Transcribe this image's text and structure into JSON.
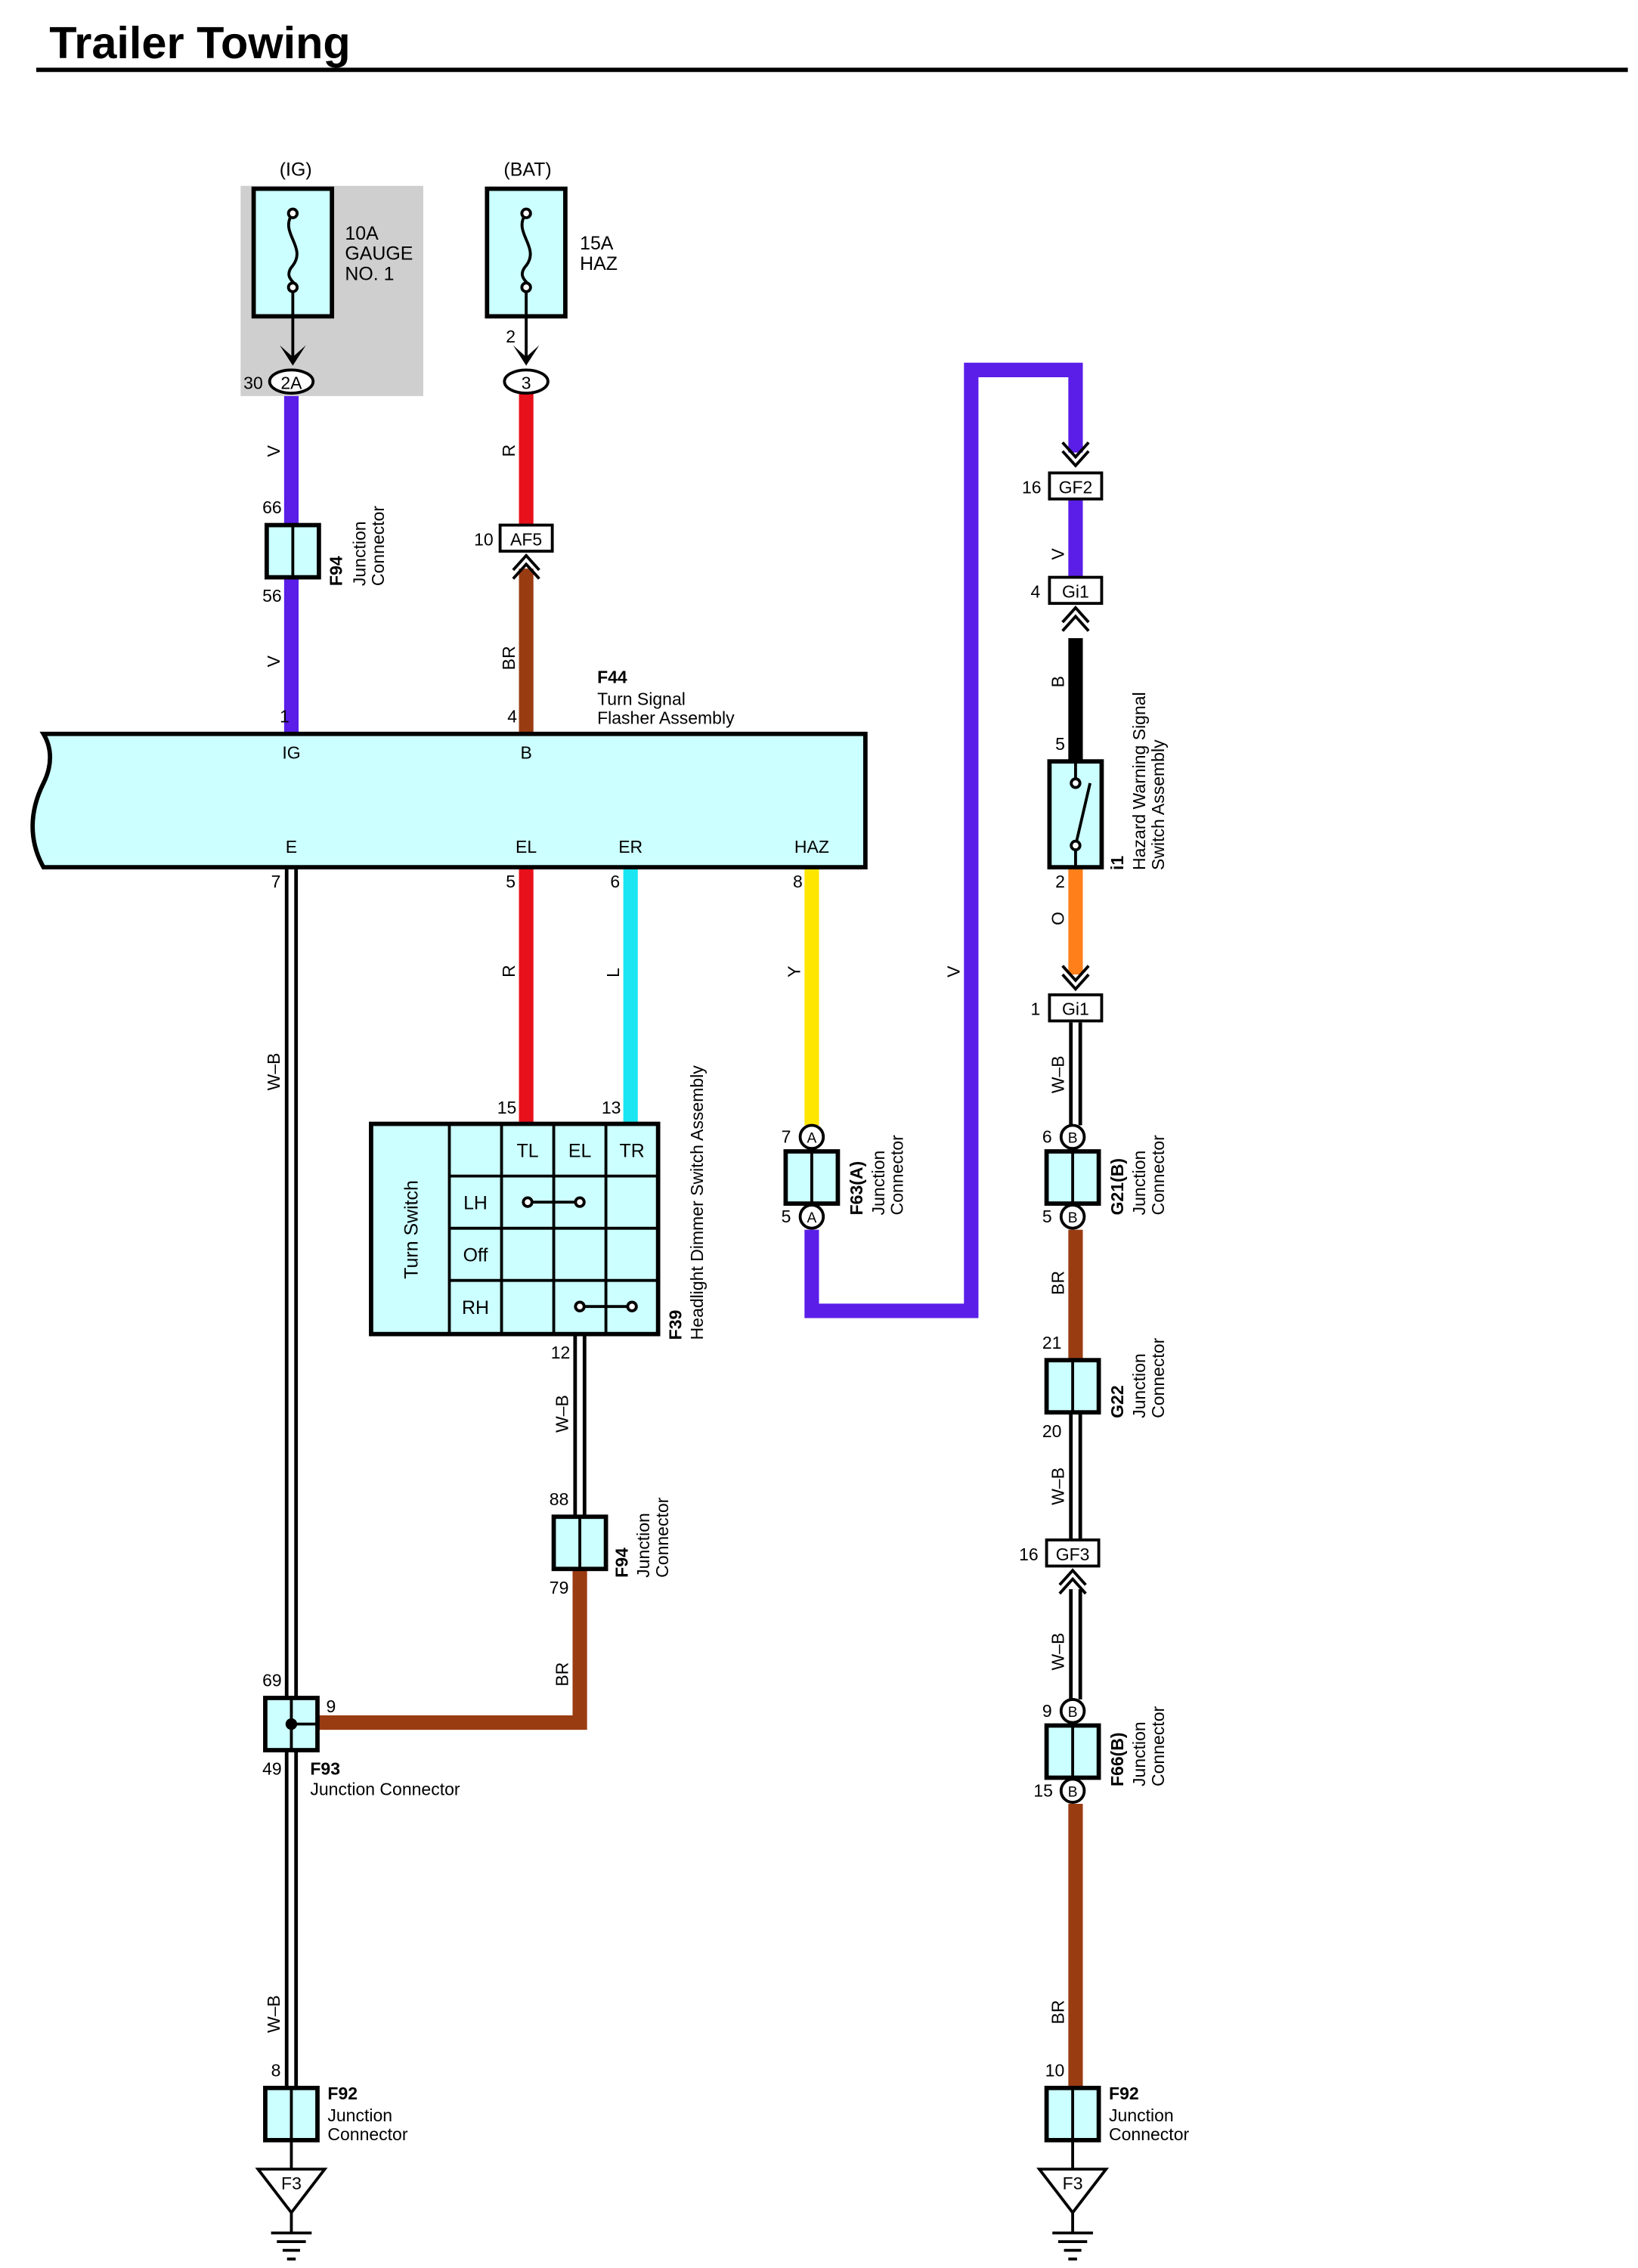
{
  "page_title": "Trailer Towing",
  "power": {
    "ig": {
      "source": "(IG)",
      "amps": "10A",
      "name1": "GAUGE",
      "name2": "NO. 1",
      "pin": "30",
      "conn": "2A"
    },
    "bat": {
      "source": "(BAT)",
      "amps": "15A",
      "name": "HAZ",
      "pin": "2",
      "conn": "3"
    }
  },
  "wire_colors": {
    "V": "V",
    "R": "R",
    "BR": "BR",
    "WB": "W–B",
    "L": "L",
    "Y": "Y",
    "B": "B",
    "O": "O"
  },
  "connectors": {
    "af5": {
      "label": "AF5",
      "pin": "10"
    },
    "gf2": {
      "label": "GF2",
      "pin": "16"
    },
    "gi1_top": {
      "label": "Gi1",
      "pin": "4"
    },
    "gi1_bottom": {
      "label": "Gi1",
      "pin": "1"
    },
    "gf3": {
      "label": "GF3",
      "pin": "16"
    }
  },
  "junctions": {
    "f94_top": {
      "id": "F94",
      "desc1": "Junction",
      "desc2": "Connector",
      "pin_in": "66",
      "pin_out": "56"
    },
    "f94_mid": {
      "id": "F94",
      "desc1": "Junction",
      "desc2": "Connector",
      "pin_in": "88",
      "pin_out": "79"
    },
    "f63": {
      "id": "F63(A)",
      "desc1": "Junction",
      "desc2": "Connector",
      "pin_in": "7",
      "pin_out": "5",
      "letter": "A"
    },
    "f93": {
      "id": "F93",
      "desc": "Junction Connector",
      "pin_top": "69",
      "pin_side": "9",
      "pin_bottom": "49"
    },
    "f92_left": {
      "id": "F92",
      "desc1": "Junction",
      "desc2": "Connector",
      "pin": "8"
    },
    "g21": {
      "id": "G21(B)",
      "desc1": "Junction",
      "desc2": "Connector",
      "pin_in": "6",
      "pin_out": "5",
      "letter": "B"
    },
    "g22": {
      "id": "G22",
      "desc1": "Junction",
      "desc2": "Connector",
      "pin_in": "21",
      "pin_out": "20"
    },
    "f66": {
      "id": "F66(B)",
      "desc1": "Junction",
      "desc2": "Connector",
      "pin_in": "9",
      "pin_out": "15",
      "letter": "B"
    },
    "f92_right": {
      "id": "F92",
      "desc1": "Junction",
      "desc2": "Connector",
      "pin": "10"
    }
  },
  "flasher": {
    "id": "F44",
    "name1": "Turn Signal",
    "name2": "Flasher Assembly",
    "terminals": {
      "ig": "IG",
      "b": "B",
      "e": "E",
      "el": "EL",
      "er": "ER",
      "haz": "HAZ"
    },
    "pins": {
      "ig": "1",
      "b": "4",
      "e": "7",
      "el": "5",
      "er": "6",
      "haz": "8"
    }
  },
  "turn_switch": {
    "id": "F39",
    "name": "Headlight Dimmer Switch Assembly",
    "side_label": "Turn Switch",
    "columns": [
      "TL",
      "EL",
      "TR"
    ],
    "rows": [
      "LH",
      "Off",
      "RH"
    ],
    "pins": {
      "tl": "15",
      "tr": "13",
      "el": "12"
    }
  },
  "hazard_switch": {
    "id": "i1",
    "name1": "Hazard Warning Signal",
    "name2": "Switch Assembly",
    "pin_top": "5",
    "pin_bottom": "2"
  },
  "grounds": {
    "left": "F3",
    "right": "F3"
  }
}
